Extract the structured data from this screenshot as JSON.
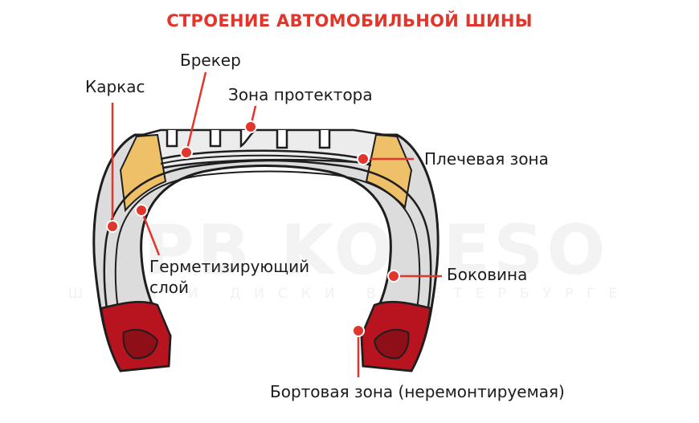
{
  "title": "СТРОЕНИЕ АВТОМОБИЛЬНОЙ ШИНЫ",
  "watermark": {
    "main": "SPB KOLESO",
    "sub": "ШИНЫ И ДИСКИ В ПЕТЕРБУРГЕ"
  },
  "labels": {
    "breaker": "Брекер",
    "carcass": "Каркас",
    "tread": "Зона протектора",
    "shoulder": "Плечевая зона",
    "sealant_line1": "Герметизирующий",
    "sealant_line2": "слой",
    "sidewall": "Боковина",
    "bead": "Бортовая зона (неремонтируемая)"
  },
  "colors": {
    "accent": "#e0362b",
    "shoulder_fill": "#eec068",
    "bead_fill": "#b8141f",
    "sidewall_fill": "#dcdcdc",
    "tread_fill": "#ececec",
    "outline": "#1e1e1e"
  }
}
